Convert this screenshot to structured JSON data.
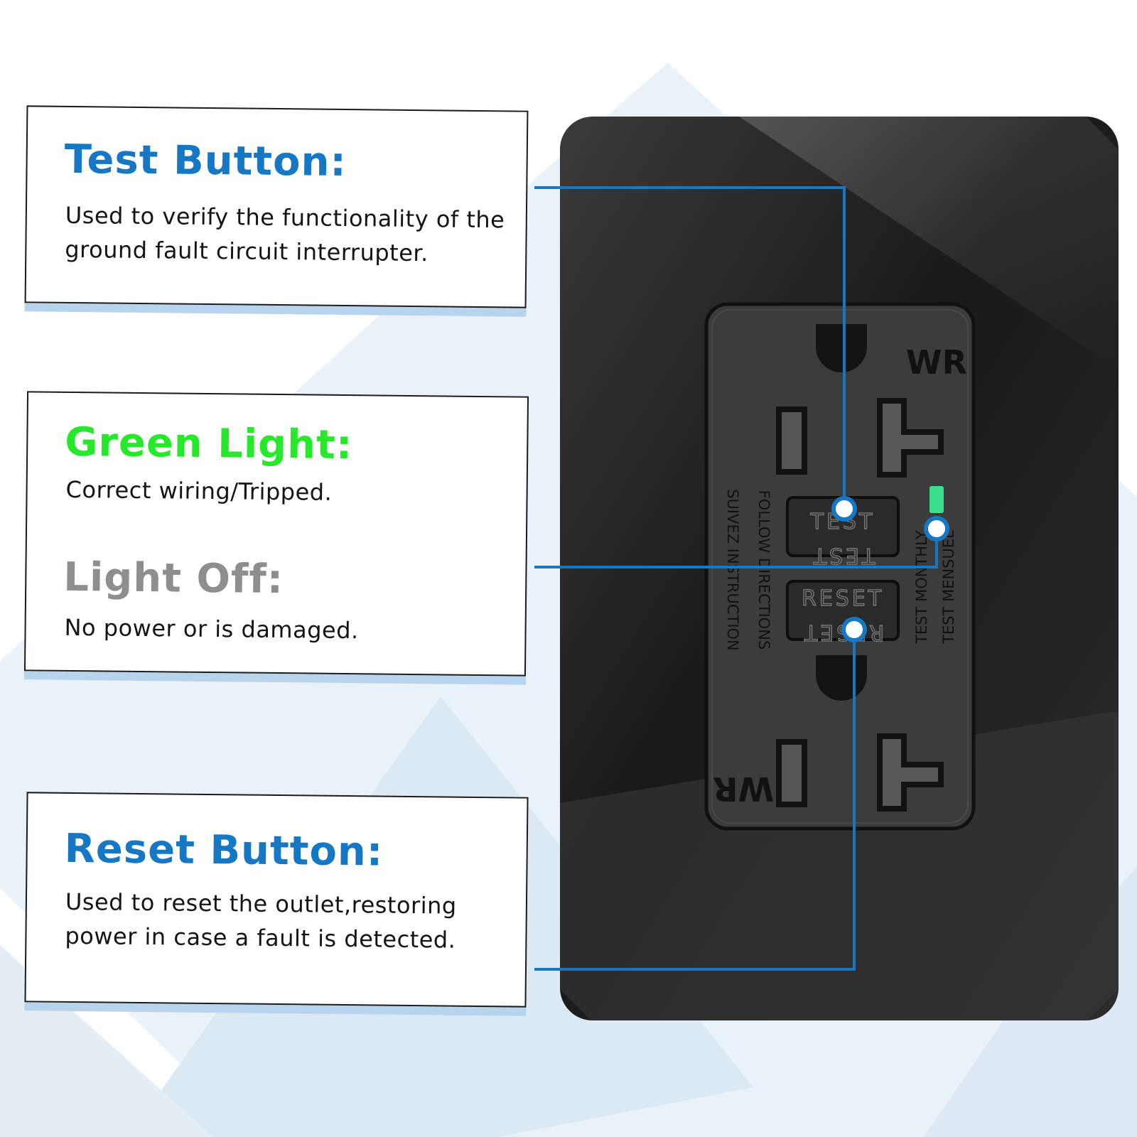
{
  "colors": {
    "accent_blue": "#1677c4",
    "accent_green": "#27e82a",
    "muted_gray": "#8e8e8e",
    "plate": "#2a2a2a",
    "receptacle": "#3a3a3a"
  },
  "callouts": {
    "test": {
      "title": "Test Button:",
      "description": "Used to verify the functionality of the ground fault circuit interrupter."
    },
    "light": {
      "title": "Green Light:",
      "description": "Correct wiring/Tripped.",
      "off_title": "Light Off:",
      "off_description": "No power or is damaged."
    },
    "reset": {
      "title": "Reset Button:",
      "description": "Used to reset the outlet,restoring power in case a fault is detected."
    }
  },
  "outlet": {
    "rating_top": "WR",
    "rating_bottom": "WR",
    "test_label": "TEST",
    "reset_label": "RESET",
    "side_left_1": "FOLLOW DIRECTIONS",
    "side_left_2": "SUIVEZ INSTRUCTION",
    "side_right_1": "TEST MONTHLY",
    "side_right_2": "TEST MENSUEL"
  }
}
